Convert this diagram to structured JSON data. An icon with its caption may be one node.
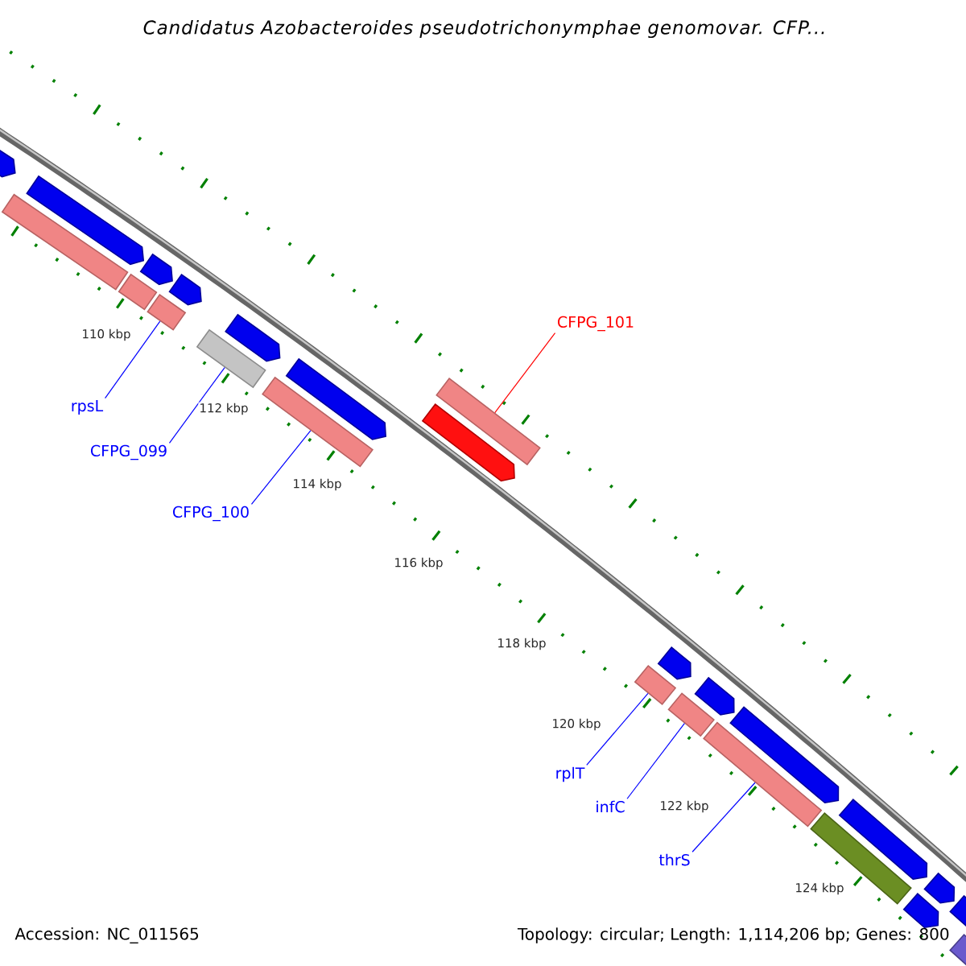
{
  "diagram": {
    "title": "Candidatus Azobacteroides pseudotrichonymphae genomovar. CFP...",
    "nodes": [
      {
        "text": [
          "rpsL"
        ]
      },
      {
        "text": [
          "CFPG_099"
        ]
      },
      {
        "text": [
          "CFPG_100"
        ]
      },
      {
        "text": [
          "CFPG_101"
        ]
      },
      {
        "text": [
          "rplT"
        ]
      },
      {
        "text": [
          "infC"
        ]
      },
      {
        "text": [
          "thrS"
        ]
      },
      {
        "text": [],
        "shape": "pentagon"
      },
      {
        "text": [],
        "shape": "bar"
      },
      {
        "text": [],
        "shape": "pentagon"
      },
      {
        "text": [],
        "shape": "bar"
      },
      {
        "text": [],
        "shape": "pentagon"
      },
      {
        "text": [],
        "shape": "bar"
      },
      {
        "text": [],
        "shape": "pentagon"
      },
      {
        "text": [],
        "shape": "bar"
      },
      {
        "text": [],
        "shape": "pentagon"
      },
      {
        "text": [],
        "shape": "bar"
      },
      {
        "text": [],
        "shape": "pentagon"
      },
      {
        "text": [],
        "shape": "pentagon"
      },
      {
        "text": [],
        "shape": "bar"
      },
      {
        "text": [],
        "shape": "bar"
      },
      {
        "text": [],
        "shape": "pentagon"
      },
      {
        "text": [],
        "shape": "bar"
      },
      {
        "text": [],
        "shape": "pentagon"
      },
      {
        "text": [],
        "shape": "bar"
      },
      {
        "text": [],
        "shape": "pentagon"
      },
      {
        "text": [],
        "shape": "bar"
      },
      {
        "text": [],
        "shape": "pentagon"
      },
      {
        "text": [],
        "shape": "pentagon"
      },
      {
        "text": [],
        "shape": "pentagon"
      },
      {
        "text": [],
        "shape": "pentagon"
      },
      {
        "text": [],
        "shape": "bar"
      }
    ],
    "edges": [
      {
        "from": 0,
        "to": 12,
        "arrow": "none"
      },
      {
        "from": 1,
        "to": 14,
        "arrow": "none"
      },
      {
        "from": 2,
        "to": 16,
        "arrow": "none"
      },
      {
        "from": 3,
        "to": 19,
        "arrow": "none",
        "color": "#ff0000"
      },
      {
        "from": 4,
        "to": 20,
        "arrow": "none"
      },
      {
        "from": 5,
        "to": 22,
        "arrow": "none"
      },
      {
        "from": 6,
        "to": 24,
        "arrow": "none"
      }
    ],
    "labels": [
      "110 kbp",
      "112 kbp",
      "114 kbp",
      "116 kbp",
      "118 kbp",
      "120 kbp",
      "122 kbp",
      "124 kbp",
      "Accession: NC_011565",
      "Topology: circular; Length: 1,114,206 bp; Genes: 800"
    ]
  }
}
